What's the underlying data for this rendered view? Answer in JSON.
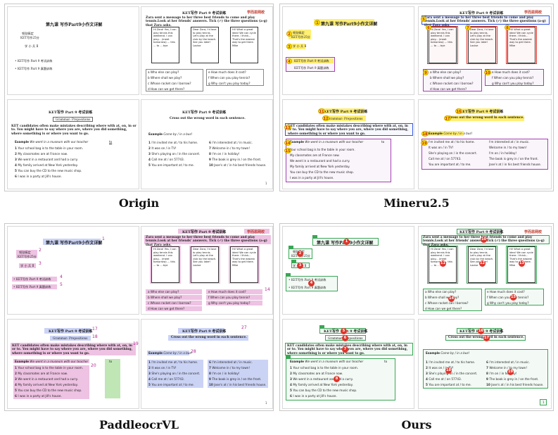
{
  "captions": {
    "origin": "Origin",
    "mineru": "Mineru2.5",
    "paddle": "PaddleocrVL",
    "ours": "Ours"
  },
  "slides": {
    "lesson": {
      "title": "第九课 写作Part9小作文详解",
      "sub1": "韧劲搞定",
      "sub2": "KET写作25分",
      "author": "学 小 兵 Ⅱ",
      "item1": "KET写作 Part 9 考试训练",
      "item2": "KET写作 Part 9 真题训练"
    },
    "task": {
      "header": "KET写作 Part 9 考试训练",
      "brand": "学而思网校",
      "brand_en": "xueersi.com",
      "instruction": "Zara sent a message to her three best friends to come and play tennis.Look at her friends' answers. Tick (✓) the three questions (a-g) that Zara asks.",
      "card1": "Hi Zara! Yes, I can play tennis this weekend. I can play... (meet tomorrow) ... this ... to ... bye",
      "card2": "Dear Zara, I'd love to play tennis. Let's play at the club by the beach. See you later! Louise",
      "card3": "Hi! What a great idea! We can cycle there. I think... That's the easiest way to get there. Mike",
      "qa": "a",
      "q_a": "Who else can play?",
      "qb": "b",
      "q_b": "Where shall we play?",
      "qc": "c",
      "q_c": "Whose racket can I borrow?",
      "qd": "d",
      "q_d": "How can we get there?",
      "qe": "e",
      "q_e": "How much does it cost?",
      "qf": "f",
      "q_f": "When can you play tennis?",
      "qg": "g",
      "q_g": "Why can't you play today?"
    },
    "grammar": {
      "header": "KET写作 Part 9 考试训练",
      "subtitle": "Grammar: Prepositions",
      "intro": "KET candidates often make mistakes describing where with at, on, in or to. You might have to say where you are, where you did something, where something is or where you want to go.",
      "example_label": "Example",
      "example_text": "We went in a museum with our teacher",
      "example_answer": "to",
      "items": [
        "Your school bag is to the table in your room.",
        "My classmates are at France now.",
        "We went in a restaurant and had a curry.",
        "My family arrived at New York yesterday.",
        "You can buy the CD to the new music shop.",
        "I was in a party at Jill's house."
      ]
    },
    "cross": {
      "header": "KET写作 Part 9 考试训练",
      "instruction": "Cross out the wrong word in each sentence.",
      "example_label": "Example",
      "example_text": "Come by / in a bus!",
      "left": [
        "I'm invited me at / to his home.",
        "It was on / in TV!",
        "She's playing on / in the concert.",
        "Call me at / on 57743.",
        "You are important at / to me."
      ],
      "right": [
        "I'm interested at / in music.",
        "Welcome in / to my town!",
        "I'm on / in holiday!",
        "The book is grey in / on the front.",
        "Jose's at / in his best friends house."
      ],
      "page": "1"
    }
  },
  "colors": {
    "mineru_text": "#e0342b",
    "mineru_title": "#3358e0",
    "mineru_table": "#a63eb5",
    "paddle_text": "#d678be",
    "paddle_title": "#8296e6",
    "ours_box": "#3aa655"
  }
}
